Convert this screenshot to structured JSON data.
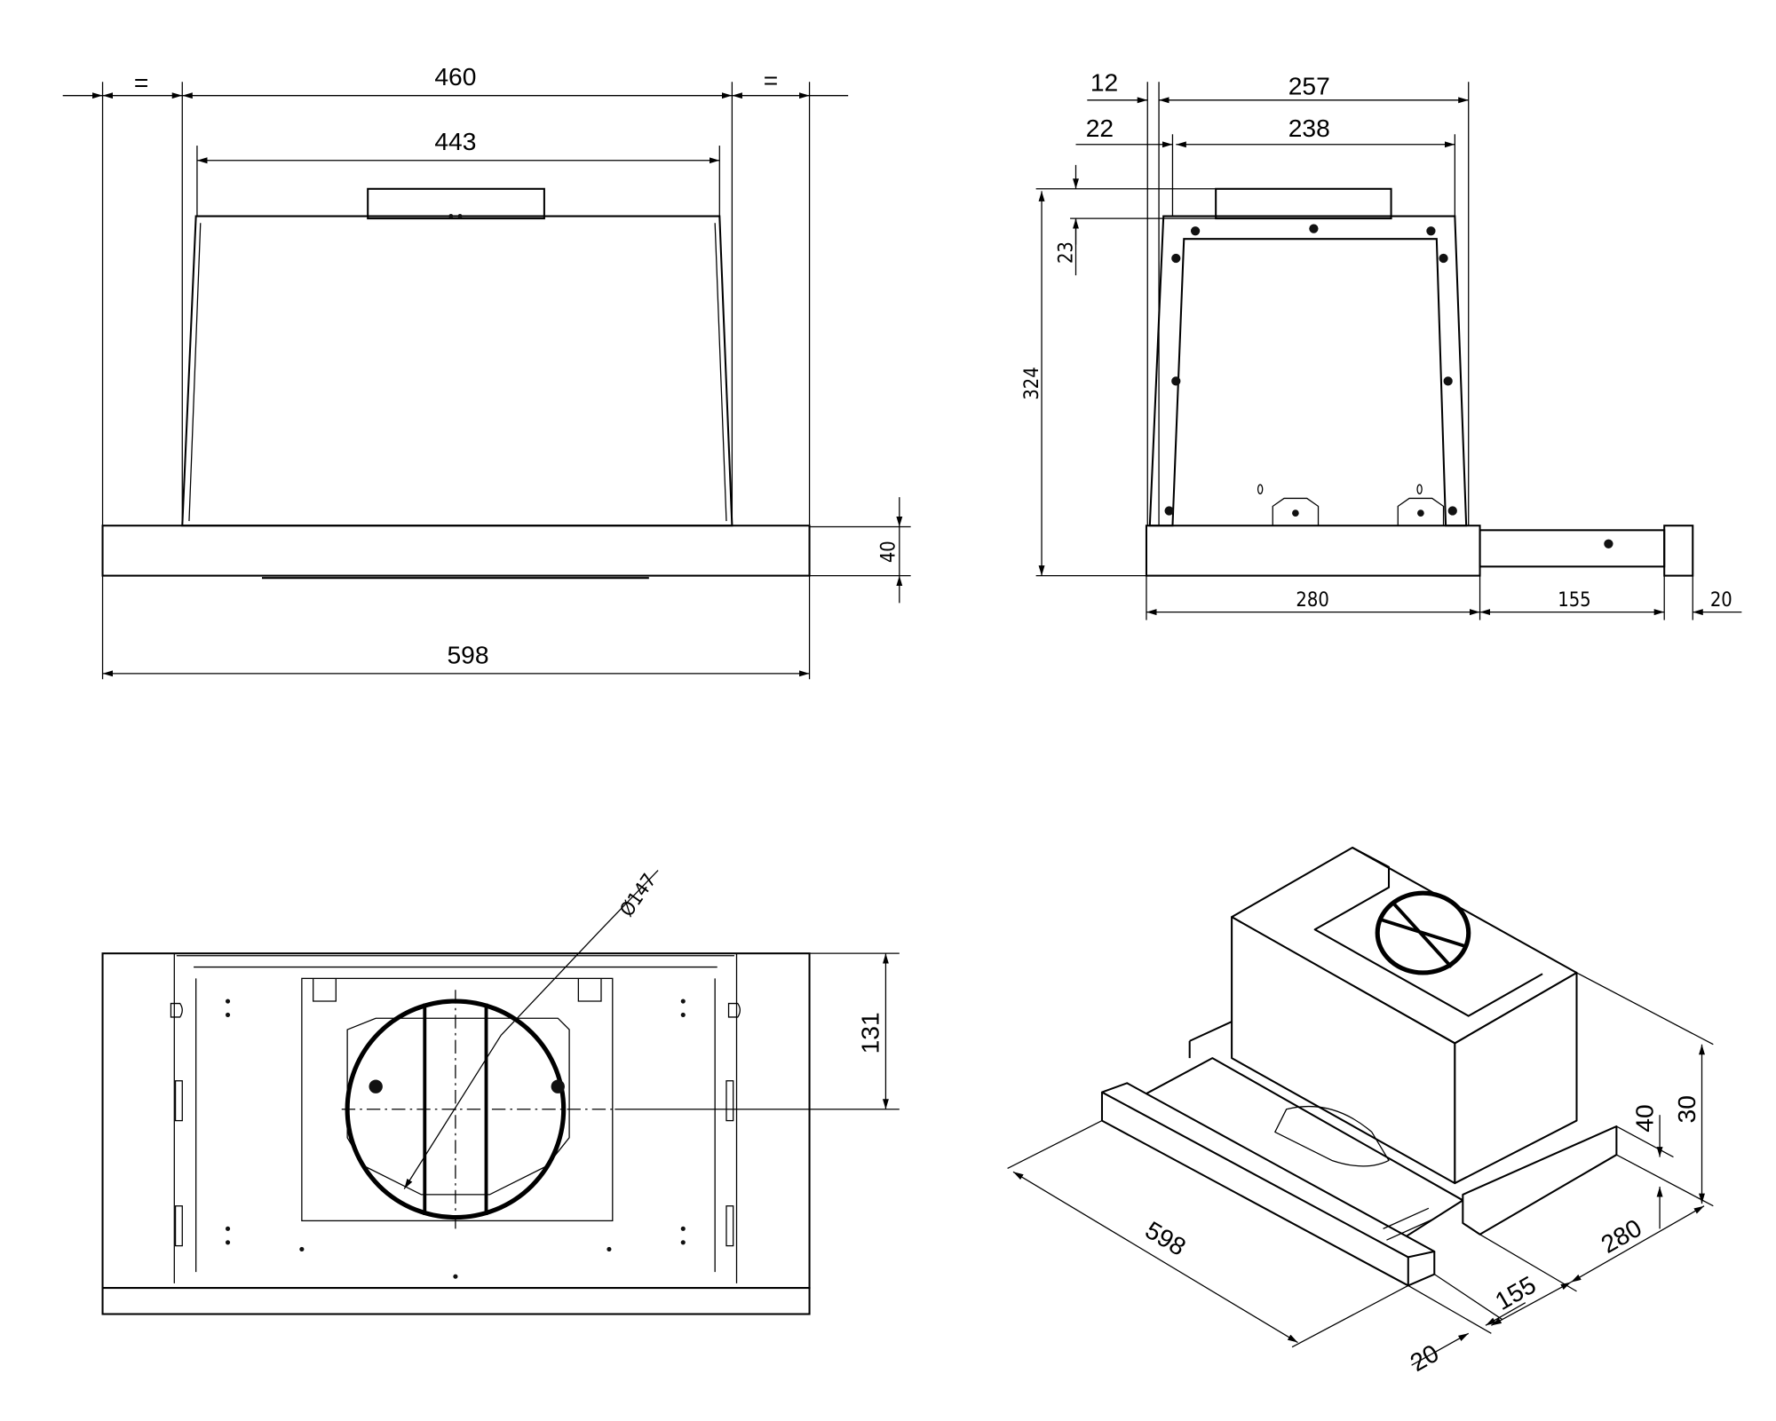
{
  "front_view": {
    "left_equal": "=",
    "width_460": "460",
    "right_equal": "=",
    "width_443": "443",
    "height_40": "40",
    "width_598": "598"
  },
  "side_view": {
    "offset_12": "12",
    "depth_257": "257",
    "offset_22": "22",
    "depth_238": "238",
    "height_23": "23",
    "height_324": "324",
    "depth_280": "280",
    "slide_155": "155",
    "visor_20": "20"
  },
  "bottom_view": {
    "diameter": "Ø147",
    "offset_131": "131"
  },
  "iso_view": {
    "width_598": "598",
    "visor_20": "20",
    "slide_155": "155",
    "depth_280": "280",
    "height_40": "40",
    "height_30": "30"
  }
}
